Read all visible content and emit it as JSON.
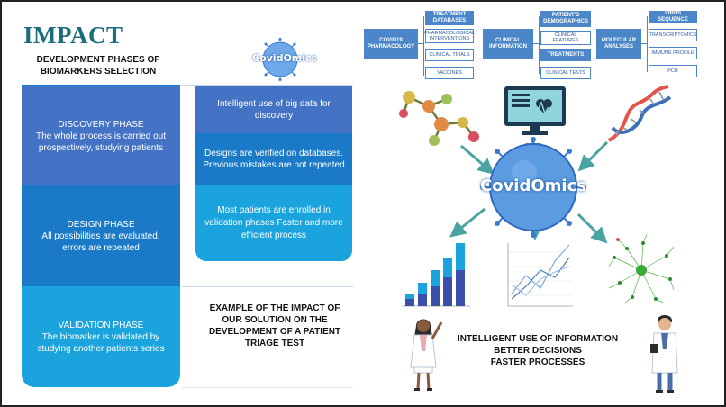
{
  "title": "IMPACT",
  "subtitle": "DEVELOPMENT PHASES OF BIOMARKERS SELECTION",
  "logo_text": "CovidOmics",
  "center_logo_text": "CovidOmics",
  "phases": [
    {
      "name": "DISCOVERY PHASE",
      "desc": "The whole process is carried out prospectively, studying patients"
    },
    {
      "name": "DESIGN PHASE",
      "desc": "All possibilities are evaluated, errors are repeated"
    },
    {
      "name": "VALIDATION PHASE",
      "desc": "The biomarker is validated by studying another patients series"
    }
  ],
  "solution": [
    {
      "text": "Intelligent use of big data for discovery"
    },
    {
      "text": "Designs are verified on databases. Previous mistakes are not repeated"
    },
    {
      "text": "Most patients are enrolled in validation phases Faster and more efficient process"
    }
  ],
  "example_text": "EXAMPLE OF THE IMPACT OF OUR SOLUTION ON THE DEVELOPMENT OF A PATIENT TRIAGE TEST",
  "tree": {
    "groups": [
      {
        "label": "COVID19 PHARMACOLOGY",
        "leaves": [
          "TREATMENT DATABASES",
          "PHARMACOLOGICAL INTERVENTIONS",
          "CLINICAL TRIALS",
          "VACCINES"
        ]
      },
      {
        "label": "CLINICAL INFORMATION",
        "leaves": [
          "PATIENT'S DEMOGRAPHICS",
          "CLINICAL FEATURES",
          "TREATMENTS",
          "CLINICAL TESTS"
        ]
      },
      {
        "label": "MOLECULAR ANALYSES",
        "leaves": [
          "VIRUS SEQUENCE",
          "TRANSCRIPTOMICS",
          "IMMUNE PROFILE",
          "PCR"
        ]
      }
    ]
  },
  "bottom_lines": [
    "INTELLIGENT USE OF INFORMATION",
    "BETTER DECISIONS",
    "FASTER PROCESSES"
  ],
  "colors": {
    "accent": "#4472c4",
    "mid": "#1a7ac8",
    "light": "#1aa3dd",
    "title": "#1b6f7d",
    "arrow": "#4aa3a0"
  }
}
